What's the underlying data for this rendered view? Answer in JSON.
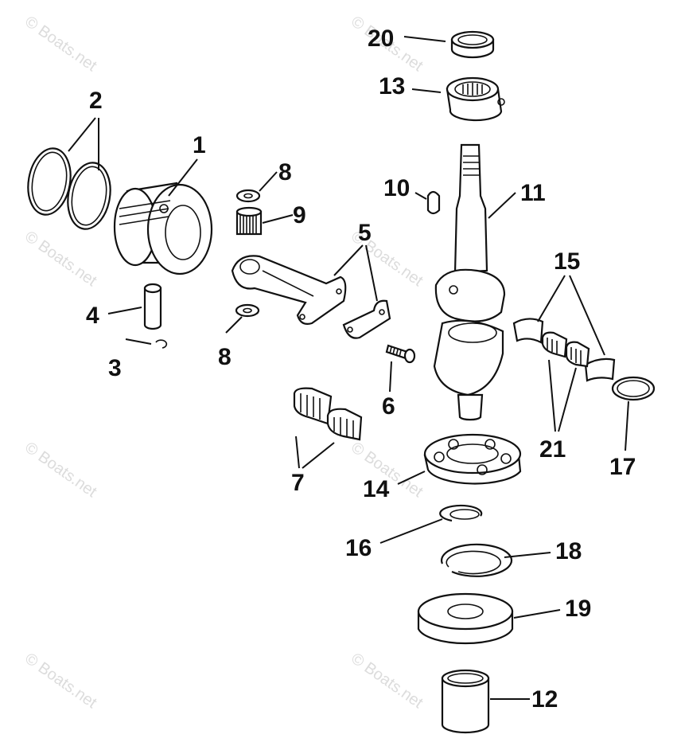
{
  "watermark": "© Boats.net",
  "callouts": {
    "c1": "1",
    "c2": "2",
    "c3": "3",
    "c4": "4",
    "c5": "5",
    "c6": "6",
    "c7": "7",
    "c8a": "8",
    "c8b": "8",
    "c9": "9",
    "c10": "10",
    "c11": "11",
    "c12": "12",
    "c13": "13",
    "c14": "14",
    "c15": "15",
    "c16": "16",
    "c17": "17",
    "c18": "18",
    "c19": "19",
    "c20": "20",
    "c21": "21"
  }
}
